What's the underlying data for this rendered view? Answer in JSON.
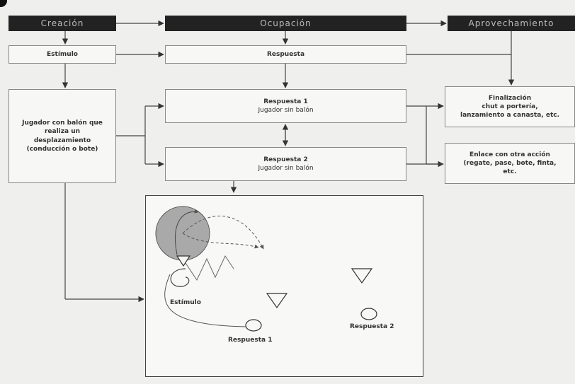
{
  "headers": {
    "creacion": "Creación",
    "ocupacion": "Ocupación",
    "aprovechamiento": "Aprovechamiento"
  },
  "boxes": {
    "estimulo": "Estímulo",
    "respuesta": "Respuesta",
    "jugador_desc": [
      "Jugador con balón que",
      "realiza un",
      "desplazamiento",
      "(conducción o bote)"
    ],
    "respuesta1": [
      "Respuesta 1",
      "Jugador sin balón"
    ],
    "respuesta2": [
      "Respuesta 2",
      "Jugador sin balón"
    ],
    "finalizacion": [
      "Finalización",
      "chut a portería,",
      "lanzamiento a canasta, etc."
    ],
    "enlace": [
      "Enlace con otra acción",
      "(regate, pase, bote, finta,",
      "etc."
    ]
  },
  "field": {
    "estimulo_label": "Estímulo",
    "respuesta1_label": "Respuesta 1",
    "respuesta2_label": "Respuesta 2"
  }
}
